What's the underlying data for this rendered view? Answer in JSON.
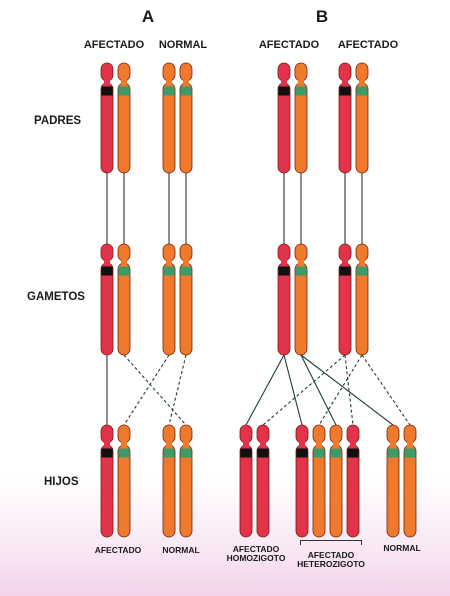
{
  "panel_a": {
    "letter": "A",
    "parent_left_label": "AFECTADO",
    "parent_right_label": "NORMAL",
    "offspring_left_label": "AFECTADO",
    "offspring_right_label": "NORMAL"
  },
  "panel_b": {
    "letter": "B",
    "parent_left_label": "AFECTADO",
    "parent_right_label": "AFECTADO",
    "offspring_1_label_line1": "AFECTADO",
    "offspring_1_label_line2": "HOMOZIGOTO",
    "offspring_2_label_line1": "AFECTADO",
    "offspring_2_label_line2": "HETEROZIGOTO",
    "offspring_3_label": "NORMAL"
  },
  "rows": {
    "parents": "PADRES",
    "gametes": "GAMETOS",
    "children": "HIJOS"
  },
  "colors": {
    "affected_chromosome": "#e2334a",
    "normal_chromosome": "#f07a2c",
    "mutant_band": "#111111",
    "normal_band": "#3f9a6a",
    "line": "#1e3b3a"
  }
}
